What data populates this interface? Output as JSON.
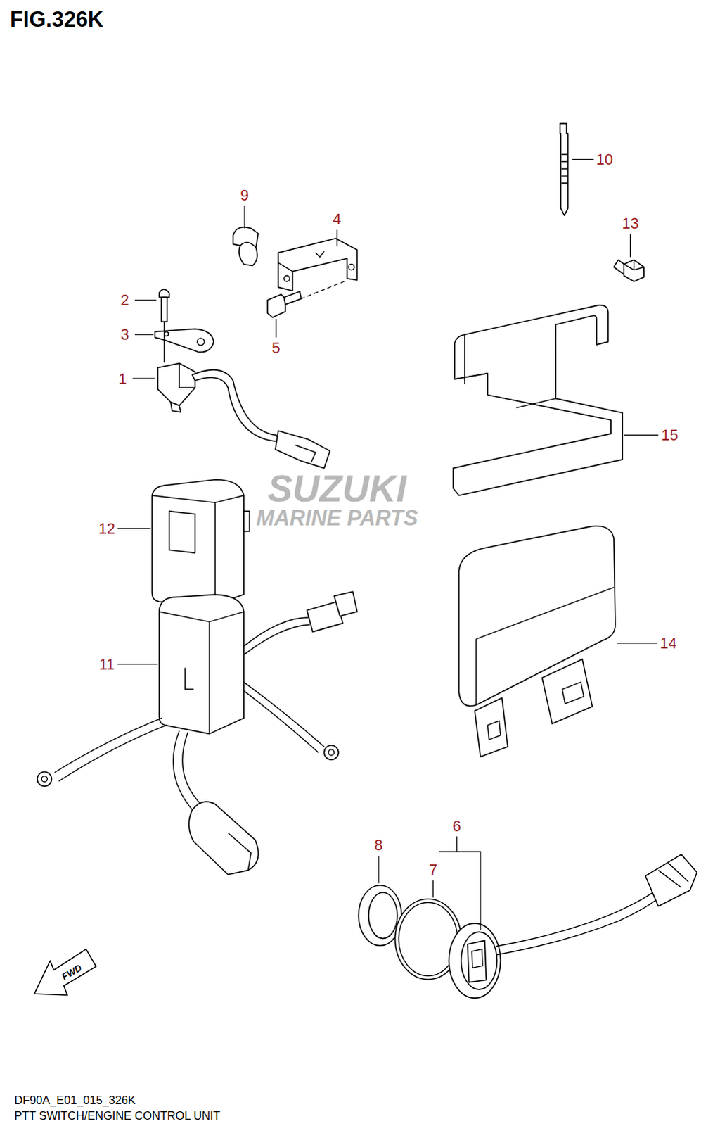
{
  "diagram": {
    "title": "FIG.326K",
    "caption": "PTT SWITCH/ENGINE CONTROL UNIT",
    "labels": [
      "10",
      "9",
      "4",
      "13",
      "2",
      "3",
      "5",
      "1",
      "15",
      "12",
      "11",
      "14",
      "6",
      "8",
      "7",
      "FWD",
      "SUZUKI",
      "MARINE PARTS",
      "DF90A_E01_015_326K"
    ]
  }
}
